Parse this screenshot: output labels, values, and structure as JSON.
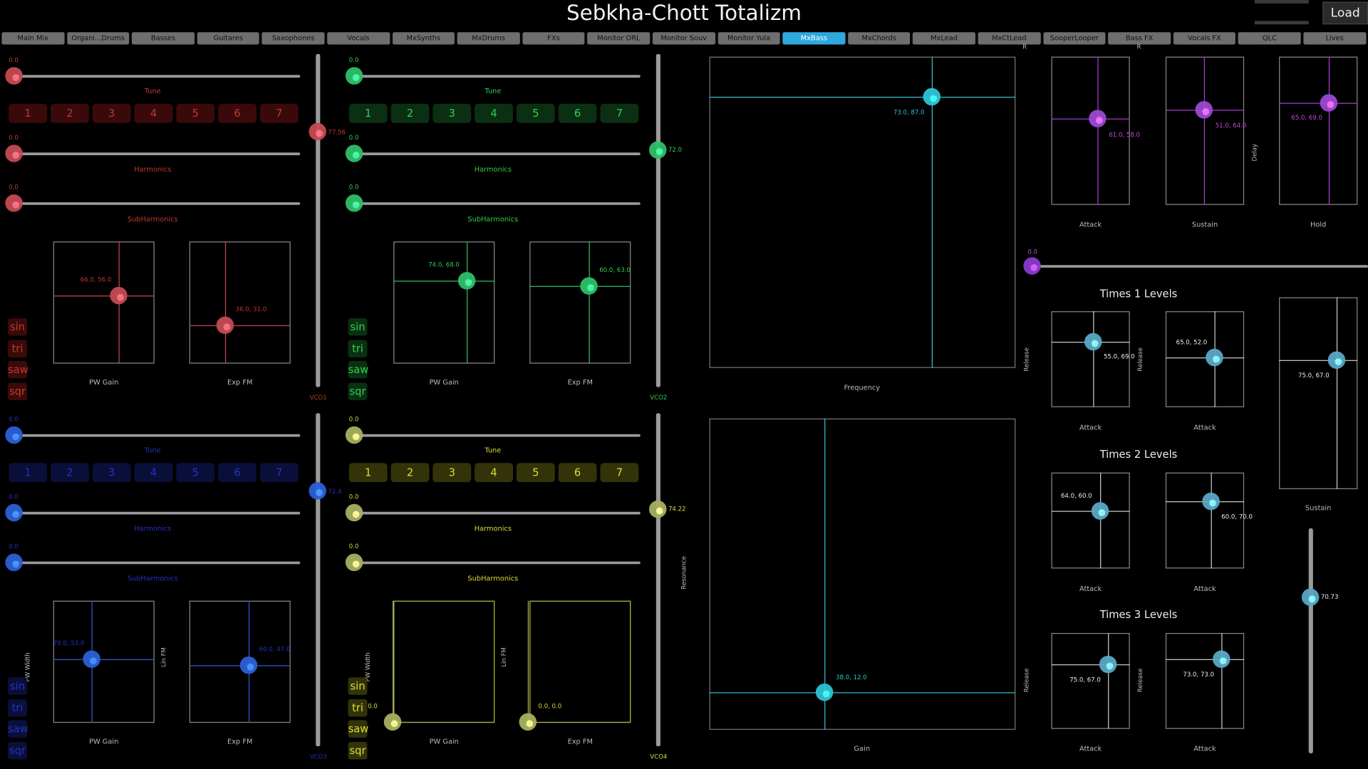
{
  "header": {
    "title": "Sebkha-Chott Totalizm",
    "load_label": "Load"
  },
  "tabs": [
    "Main Mix",
    "Organi...Drums",
    "Basses",
    "Guitares",
    "Saxophones",
    "Vocals",
    "MxSynths",
    "MxDrums",
    "FXs",
    "Monitor ORL",
    "Monitor Souv",
    "Monitor Yula",
    "MxBass",
    "MxChords",
    "MxLead",
    "MxCtLead",
    "SooperLooper",
    "Bass FX",
    "Vocals FX",
    "QLC",
    "Lives"
  ],
  "active_tab": "MxBass",
  "colors": {
    "vco1": "#c0392b",
    "vco2": "#27c44f",
    "vco3": "#2d4fd6",
    "vco4": "#d6d63a",
    "cyan": "#2ec4d6",
    "magenta": "#b03ad6"
  },
  "vco1": {
    "tune_val": "0.0",
    "harm_val": "0.0",
    "sub_val": "0.0",
    "tune_label": "Tune",
    "harm_label": "Harmonics",
    "sub_label": "SubHarmonics",
    "nums": [
      "1",
      "2",
      "3",
      "4",
      "5",
      "6",
      "7"
    ],
    "pw_xy": "66.0, 56.0",
    "fm_xy": "36.0, 31.0",
    "pw_label": "PW Gain",
    "fm_label": "Exp FM",
    "waves": [
      "sin",
      "tri",
      "saw",
      "sqr"
    ],
    "vlabel": "VCO1",
    "vval": "77.56"
  },
  "vco2": {
    "tune_val": "0.0",
    "harm_val": "0.0",
    "sub_val": "0.0",
    "tune_label": "Tune",
    "harm_label": "Harmonics",
    "sub_label": "SubHarmonics",
    "nums": [
      "1",
      "2",
      "3",
      "4",
      "5",
      "6",
      "7"
    ],
    "pw_xy": "74.0, 68.0",
    "fm_xy": "60.0, 63.0",
    "pw_label": "PW Gain",
    "fm_label": "Exp FM",
    "waves": [
      "sin",
      "tri",
      "saw",
      "sqr"
    ],
    "vlabel": "VCO2",
    "vval": "72.0"
  },
  "vco3": {
    "tune_val": "0.0",
    "harm_val": "0.0",
    "sub_val": "0.0",
    "tune_label": "Tune",
    "harm_label": "Harmonics",
    "sub_label": "SubHarmonics",
    "nums": [
      "1",
      "2",
      "3",
      "4",
      "5",
      "6",
      "7"
    ],
    "pw_xy": "70.0, 53.0",
    "fm_xy": "60.0, 47.0",
    "pw_label": "PW Gain",
    "fm_label": "Exp FM",
    "pw_side": "PW Width",
    "fm_side": "Lin FM",
    "waves": [
      "sin",
      "tri",
      "saw",
      "sqr"
    ],
    "vlabel": "VCO3",
    "vval": "72.4"
  },
  "vco4": {
    "tune_val": "0.0",
    "harm_val": "0.0",
    "sub_val": "0.0",
    "tune_label": "Tune",
    "harm_label": "Harmonics",
    "sub_label": "SubHarmonics",
    "nums": [
      "1",
      "2",
      "3",
      "4",
      "5",
      "6",
      "7"
    ],
    "pw_xy": "0.0, 0.0",
    "fm_xy": "0.0, 0.0",
    "pw_label": "PW Gain",
    "fm_label": "Exp FM",
    "pw_side": "PW Width",
    "fm_side": "Lin FM",
    "waves": [
      "sin",
      "tri",
      "saw",
      "sqr"
    ],
    "vlabel": "VCO4",
    "vval": "74.22"
  },
  "filter": {
    "freq_xy": "73.0, 87.0",
    "freq_label": "Frequency",
    "gain_xy": "38.0, 12.0",
    "gain_label": "Gain",
    "res_label": "Resonance"
  },
  "env": {
    "attack_xy": "61.0, 58.0",
    "sustain_xy": "51.0, 64.0",
    "hold_xy": "65.0, 69.0",
    "attack_label": "Attack",
    "sustain_label": "Sustain",
    "hold_label": "Hold",
    "delay_label": "Delay",
    "r_label": "R",
    "slider_val": "0.0"
  },
  "times1": {
    "title": "Times 1 Levels",
    "a_xy": "55.0, 69.0",
    "b_xy": "65.0, 52.0",
    "c_xy": "75.0, 67.0",
    "a_label": "Attack",
    "b_label": "Attack",
    "c_label": "Sustain",
    "side": "Release"
  },
  "times2": {
    "title": "Times 2 Levels",
    "a_xy": "64.0, 60.0",
    "b_xy": "60.0, 70.0",
    "a_label": "Attack",
    "b_label": "Attack"
  },
  "times3": {
    "title": "Times 3 Levels",
    "a_xy": "75.0, 67.0",
    "b_xy": "73.0, 73.0",
    "a_label": "Attack",
    "b_label": "Attack",
    "side": "Release"
  },
  "master": {
    "val": "70.73"
  }
}
